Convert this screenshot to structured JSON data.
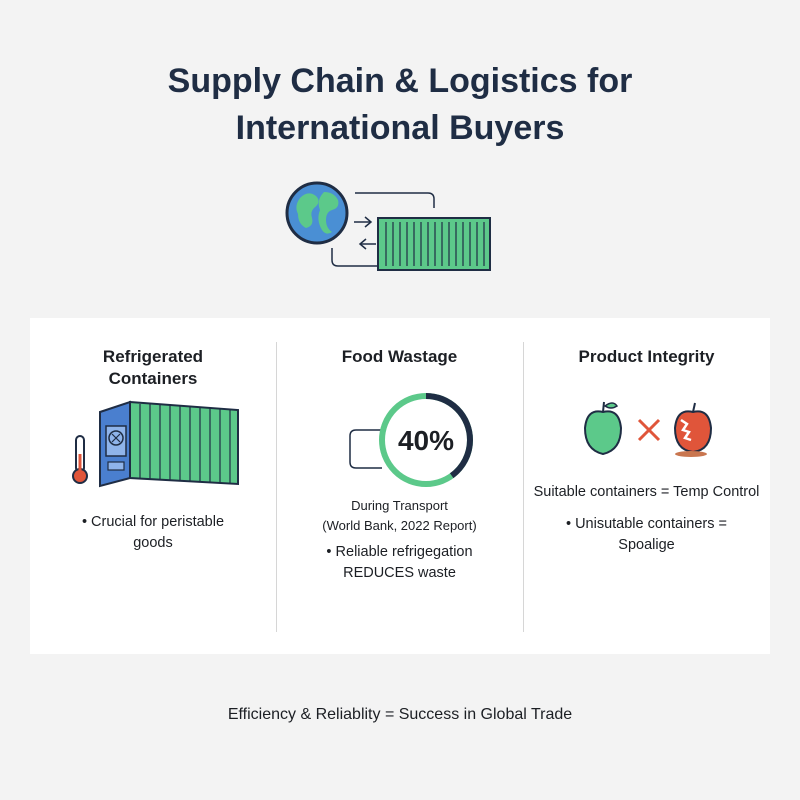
{
  "header": {
    "title_line1": "Supply Chain & Logistics for",
    "title_line2": "International Buyers"
  },
  "hero": {
    "icons": [
      "globe-icon",
      "arrow-right-icon",
      "arrow-left-icon",
      "shipping-container-icon"
    ]
  },
  "columns": [
    {
      "title_line1": "Refrigerated",
      "title_line2": "Containers",
      "icons": [
        "thermometer-icon",
        "refrigerated-container-icon"
      ],
      "bullet_line1": "• Crucial for peristable",
      "bullet_line2": "goods"
    },
    {
      "title": "Food Wastage",
      "stat": "40%",
      "stat_fraction": 0.4,
      "caption_line1": "During Transport",
      "caption_line2": "(World Bank, 2022 Report)",
      "bullet_line1": "• Reliable refrigegation",
      "bullet_line2": "REDUCES waste"
    },
    {
      "title": "Product Integrity",
      "icons": [
        "fresh-apple-icon",
        "cross-icon",
        "rotten-apple-icon"
      ],
      "line1": "Suitable containers = Temp Control",
      "bullet_line1": "• Unisutable containers =",
      "bullet_line2": "Spoalige"
    }
  ],
  "footer": {
    "tagline": "Efficiency & Reliablity = Success in Global Trade"
  },
  "colors": {
    "navy": "#1f2d44",
    "green": "#5cc98a",
    "blue": "#5b8fd6",
    "red": "#e0553a"
  }
}
